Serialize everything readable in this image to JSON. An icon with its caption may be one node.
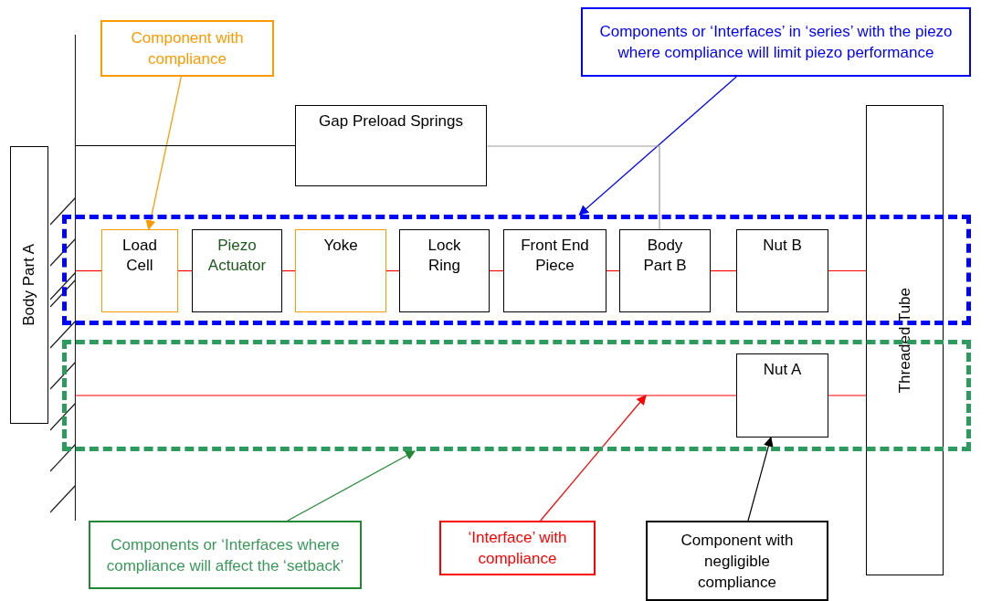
{
  "diagram": {
    "nodes": [
      {
        "text": [
          "Component with compliance"
        ]
      },
      {
        "text": [
          "Components or ‘Interfaces’ in ‘series’ with the piezo where compliance will limit piezo performance"
        ]
      },
      {
        "text": [
          "Gap Preload Springs"
        ]
      },
      {
        "text": [
          "Threaded Tube"
        ]
      },
      {
        "text": [
          "Body Part A"
        ]
      },
      {
        "text": [],
        "shape": "bar"
      },
      {
        "text": [],
        "shape": "box"
      },
      {
        "text": [
          "Load Cell"
        ],
        "in": 6
      },
      {
        "text": [
          "Piezo Actuator"
        ],
        "in": 6
      },
      {
        "text": [
          "Yoke"
        ],
        "in": 6
      },
      {
        "text": [
          "Lock Ring"
        ],
        "in": 6
      },
      {
        "text": [
          "Front End Piece"
        ],
        "in": 6
      },
      {
        "text": [
          "Body Part B"
        ],
        "in": 6
      },
      {
        "text": [
          "Nut B"
        ],
        "in": 6
      },
      {
        "text": [],
        "shape": "box"
      },
      {
        "text": [
          "Nut A"
        ],
        "in": 14
      },
      {
        "text": [
          "Components or ‘Interfaces where compliance will affect the ‘setback’"
        ]
      },
      {
        "text": [
          "‘Interface’ with compliance"
        ]
      },
      {
        "text": [
          "Component with negligible compliance"
        ]
      }
    ],
    "edges": [
      {
        "from": 0,
        "to": 7,
        "arrow": "to",
        "color": "#ff9900"
      },
      {
        "from": 1,
        "to": 6,
        "arrow": "to",
        "color": "#0000ff"
      },
      {
        "from": 5,
        "to": 2,
        "arrow": "none",
        "color": "#000000"
      },
      {
        "from": 2,
        "to": 12,
        "arrow": "none",
        "color": "#999999"
      },
      {
        "from": 5,
        "to": 7,
        "arrow": "none"
      },
      {
        "from": 7,
        "to": 8,
        "arrow": "none"
      },
      {
        "from": 8,
        "to": 9,
        "arrow": "none"
      },
      {
        "from": 9,
        "to": 10,
        "arrow": "none"
      },
      {
        "from": 10,
        "to": 11,
        "arrow": "none"
      },
      {
        "from": 11,
        "to": 12,
        "arrow": "none"
      },
      {
        "from": 12,
        "to": 13,
        "arrow": "none"
      },
      {
        "from": 13,
        "to": 3,
        "arrow": "none"
      },
      {
        "from": 5,
        "to": 15,
        "arrow": "none"
      },
      {
        "from": 15,
        "to": 3,
        "arrow": "none"
      },
      {
        "from": 16,
        "to": 14,
        "arrow": "to",
        "color": "#228833"
      },
      {
        "from": 17,
        "to": null,
        "arrow": "to"
      },
      {
        "from": 18,
        "to": 15,
        "arrow": "to",
        "color": "#000000"
      }
    ]
  }
}
